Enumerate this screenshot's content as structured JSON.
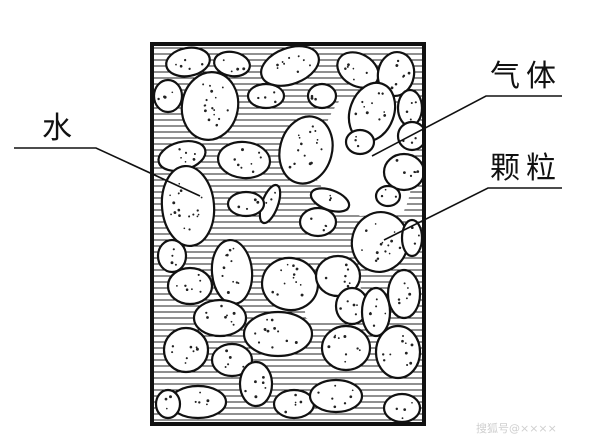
{
  "diagram": {
    "labels": {
      "water": "水",
      "gas": "气体",
      "particle": "颗粒"
    },
    "watermark": "搜狐号@××××"
  },
  "colors": {
    "ink": "#111111",
    "background": "#ffffff",
    "watermark": "#cfcfcf"
  }
}
